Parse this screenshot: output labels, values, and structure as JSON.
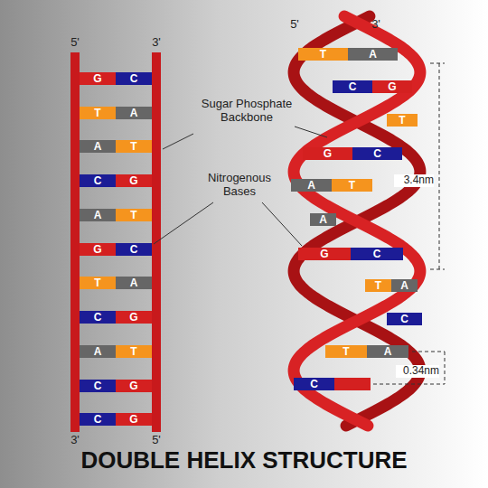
{
  "diagram": {
    "title": "DOUBLE HELIX STRUCTURE",
    "nodes": [
      {
        "text": [
          "G"
        ]
      },
      {
        "text": [
          "C"
        ]
      },
      {
        "text": [
          "T"
        ]
      },
      {
        "text": [
          "A"
        ]
      },
      {
        "text": [
          "A"
        ]
      },
      {
        "text": [
          "T"
        ]
      },
      {
        "text": [
          "C"
        ]
      },
      {
        "text": [
          "G"
        ]
      },
      {
        "text": [
          "A"
        ]
      },
      {
        "text": [
          "T"
        ]
      },
      {
        "text": [
          "G"
        ]
      },
      {
        "text": [
          "C"
        ]
      },
      {
        "text": [
          "T"
        ]
      },
      {
        "text": [
          "A"
        ]
      },
      {
        "text": [
          "C"
        ]
      },
      {
        "text": [
          "G"
        ]
      },
      {
        "text": [
          "A"
        ]
      },
      {
        "text": [
          "T"
        ]
      },
      {
        "text": [
          "C"
        ]
      },
      {
        "text": [
          "G"
        ]
      },
      {
        "text": [
          "C"
        ]
      },
      {
        "text": [
          "G"
        ]
      },
      {
        "text": [
          "T"
        ]
      },
      {
        "text": [
          "A"
        ]
      },
      {
        "text": [
          "C"
        ]
      },
      {
        "text": [
          "G"
        ]
      },
      {
        "text": [
          "T"
        ]
      },
      {
        "text": [
          "G"
        ]
      },
      {
        "text": [
          "C"
        ]
      },
      {
        "text": [
          "A"
        ]
      },
      {
        "text": [
          "T"
        ]
      },
      {
        "text": [
          "A"
        ]
      },
      {
        "text": [
          "G"
        ]
      },
      {
        "text": [
          "C"
        ]
      },
      {
        "text": [
          "T"
        ]
      },
      {
        "text": [
          "A"
        ]
      },
      {
        "text": [
          "C"
        ]
      },
      {
        "text": [
          "T"
        ]
      },
      {
        "text": [
          "A"
        ]
      },
      {
        "text": [
          "C"
        ]
      }
    ],
    "labels": [
      "5'",
      "3'",
      "5'",
      "3'",
      "Sugar Phosphate Backbone",
      "Nitrogenous Bases",
      "3.4nm",
      "0.34nm",
      "3'",
      "5'"
    ]
  }
}
